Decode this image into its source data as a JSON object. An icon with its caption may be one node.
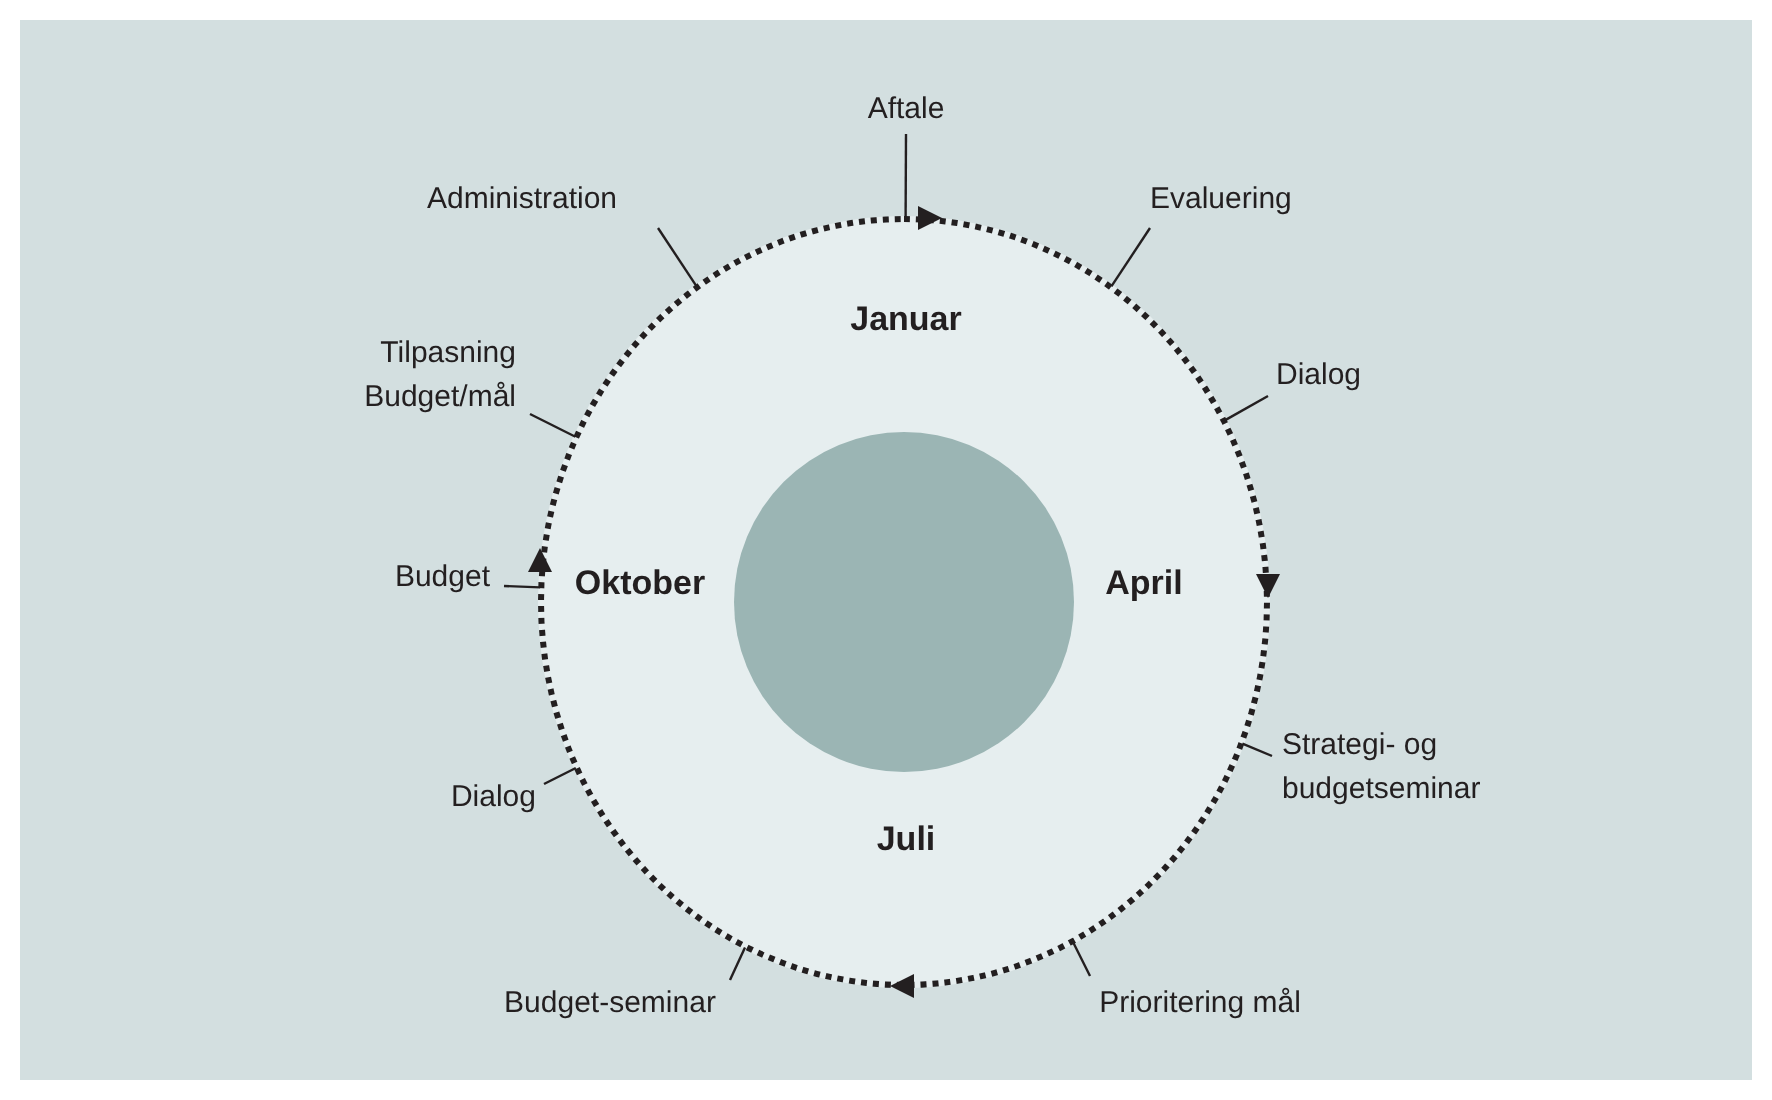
{
  "diagram": {
    "nodes": [
      {
        "text": [
          "Januar",
          "Oktober",
          "April",
          "Juli"
        ]
      },
      {
        "text": [],
        "shape": "circle",
        "in": 0
      },
      {
        "text": [
          "Aftale"
        ]
      },
      {
        "text": [
          "Administration"
        ]
      },
      {
        "text": [
          "Evaluering"
        ]
      },
      {
        "text": [
          "Tilpasning Budget/mål"
        ]
      },
      {
        "text": [
          "Dialog"
        ]
      },
      {
        "text": [
          "Budget"
        ]
      },
      {
        "text": [
          "Strategi- og budgetseminar"
        ]
      },
      {
        "text": [
          "Dialog"
        ]
      },
      {
        "text": [
          "Budget-seminar"
        ]
      },
      {
        "text": [
          "Prioritering mål"
        ]
      }
    ],
    "edges": [
      {
        "from": 2,
        "to": 0,
        "arrow": "none"
      },
      {
        "from": 3,
        "to": 0,
        "arrow": "none"
      },
      {
        "from": 4,
        "to": 0,
        "arrow": "none"
      },
      {
        "from": 5,
        "to": 0,
        "arrow": "none"
      },
      {
        "from": 6,
        "to": 0,
        "arrow": "none"
      },
      {
        "from": 7,
        "to": 0,
        "arrow": "none"
      },
      {
        "from": 8,
        "to": 0,
        "arrow": "none"
      },
      {
        "from": 9,
        "to": 0,
        "arrow": "none"
      },
      {
        "from": 10,
        "to": 0,
        "arrow": "none"
      },
      {
        "from": 11,
        "to": 0,
        "arrow": "none"
      }
    ]
  }
}
